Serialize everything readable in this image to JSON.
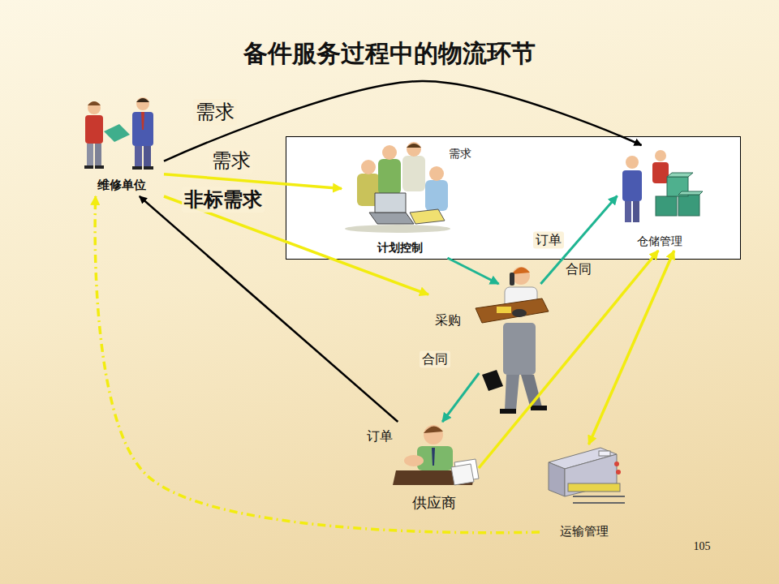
{
  "diagram": {
    "title": "备件服务过程中的物流环节",
    "nodes": [
      {
        "text": [
          "维修单位"
        ]
      },
      {
        "text": []
      },
      {
        "text": [
          "计划控制"
        ],
        "in": 1
      },
      {
        "text": [
          "仓储管理"
        ],
        "in": 1
      },
      {
        "text": [
          "采购"
        ]
      },
      {
        "text": [
          "供应商"
        ]
      },
      {
        "text": [
          "运输管理"
        ]
      }
    ],
    "edges": [
      {
        "from": 0,
        "to": 3,
        "label": "需求",
        "arrow": "to"
      },
      {
        "from": 0,
        "to": 2,
        "label": "需求",
        "arrow": "to"
      },
      {
        "from": 0,
        "to": 4,
        "label": "非标需求",
        "arrow": "to"
      },
      {
        "from": 2,
        "to": 4,
        "arrow": "to"
      },
      {
        "from": 4,
        "to": 3,
        "label": "订单",
        "arrow": "to"
      },
      {
        "from": 4,
        "to": 5,
        "label": "合同",
        "arrow": "to"
      },
      {
        "from": 5,
        "to": 0,
        "arrow": "to"
      },
      {
        "from": 5,
        "to": 3,
        "arrow": "to"
      },
      {
        "from": 3,
        "to": 6,
        "arrow": "both"
      },
      {
        "from": 6,
        "to": 0,
        "arrow": "to"
      }
    ],
    "labels": [
      "需求",
      "合同",
      "订单",
      "105"
    ]
  }
}
